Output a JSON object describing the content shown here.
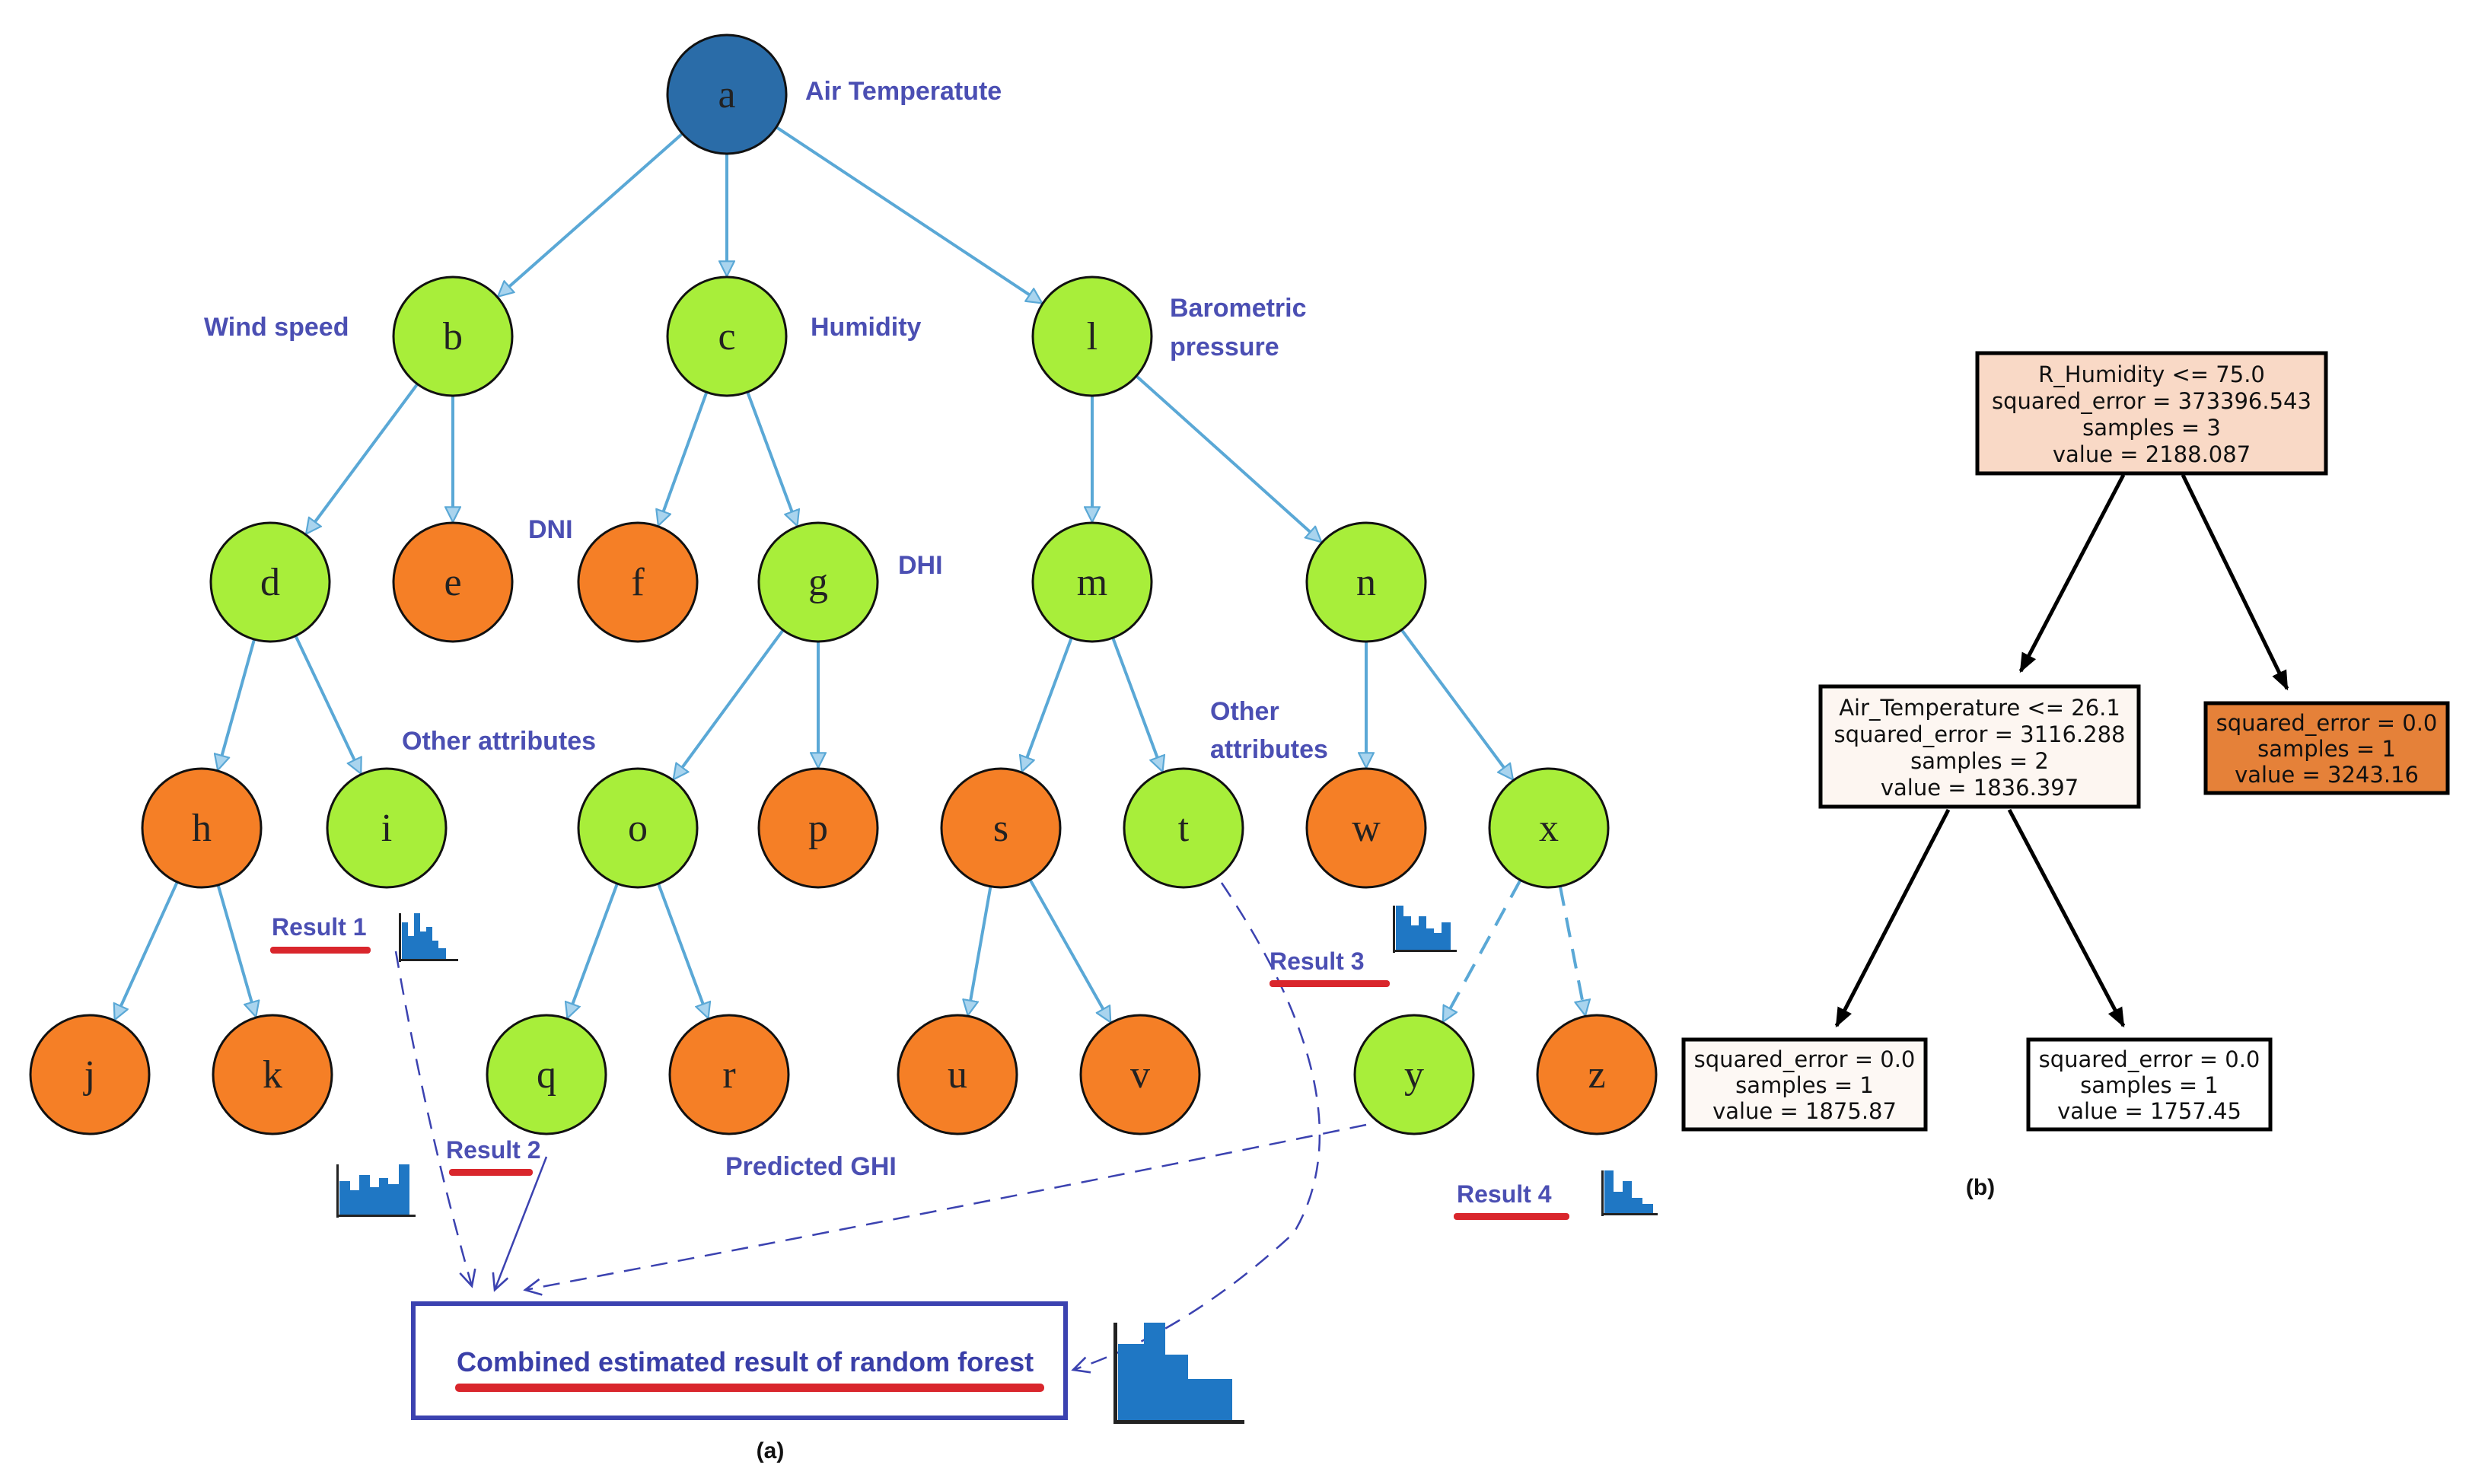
{
  "panel_a": {
    "caption": "(a)",
    "nodes": [
      {
        "id": "a",
        "letter": "a",
        "kind": "root"
      },
      {
        "id": "b",
        "letter": "b",
        "kind": "split"
      },
      {
        "id": "c",
        "letter": "c",
        "kind": "split"
      },
      {
        "id": "l",
        "letter": "l",
        "kind": "split"
      },
      {
        "id": "d",
        "letter": "d",
        "kind": "split"
      },
      {
        "id": "e",
        "letter": "e",
        "kind": "leaf"
      },
      {
        "id": "f",
        "letter": "f",
        "kind": "leaf"
      },
      {
        "id": "g",
        "letter": "g",
        "kind": "split"
      },
      {
        "id": "m",
        "letter": "m",
        "kind": "split"
      },
      {
        "id": "n",
        "letter": "n",
        "kind": "split"
      },
      {
        "id": "h",
        "letter": "h",
        "kind": "leaf"
      },
      {
        "id": "i",
        "letter": "i",
        "kind": "split"
      },
      {
        "id": "o",
        "letter": "o",
        "kind": "split"
      },
      {
        "id": "p",
        "letter": "p",
        "kind": "leaf"
      },
      {
        "id": "s",
        "letter": "s",
        "kind": "leaf"
      },
      {
        "id": "t",
        "letter": "t",
        "kind": "split"
      },
      {
        "id": "w",
        "letter": "w",
        "kind": "leaf"
      },
      {
        "id": "x",
        "letter": "x",
        "kind": "split"
      },
      {
        "id": "j",
        "letter": "j",
        "kind": "leaf"
      },
      {
        "id": "k",
        "letter": "k",
        "kind": "leaf"
      },
      {
        "id": "q",
        "letter": "q",
        "kind": "split"
      },
      {
        "id": "r",
        "letter": "r",
        "kind": "leaf"
      },
      {
        "id": "u",
        "letter": "u",
        "kind": "leaf"
      },
      {
        "id": "v",
        "letter": "v",
        "kind": "leaf"
      },
      {
        "id": "y",
        "letter": "y",
        "kind": "split"
      },
      {
        "id": "z",
        "letter": "z",
        "kind": "leaf"
      }
    ],
    "edges": [
      [
        "a",
        "b"
      ],
      [
        "a",
        "c"
      ],
      [
        "a",
        "l"
      ],
      [
        "b",
        "d"
      ],
      [
        "b",
        "e"
      ],
      [
        "c",
        "f"
      ],
      [
        "c",
        "g"
      ],
      [
        "l",
        "m"
      ],
      [
        "l",
        "n"
      ],
      [
        "d",
        "h"
      ],
      [
        "d",
        "i"
      ],
      [
        "g",
        "o"
      ],
      [
        "g",
        "p"
      ],
      [
        "m",
        "s"
      ],
      [
        "m",
        "t"
      ],
      [
        "n",
        "w"
      ],
      [
        "n",
        "x"
      ],
      [
        "h",
        "j"
      ],
      [
        "h",
        "k"
      ],
      [
        "o",
        "q"
      ],
      [
        "o",
        "r"
      ],
      [
        "s",
        "u"
      ],
      [
        "s",
        "v"
      ]
    ],
    "dashed_edges": [
      [
        "x",
        "y"
      ],
      [
        "x",
        "z"
      ]
    ],
    "labels": {
      "air_temperature": "Air Temperatute",
      "wind_speed": "Wind speed",
      "humidity": "Humidity",
      "barometric_line1": "Barometric",
      "barometric_line2": "pressure",
      "dni": "DNI",
      "dhi": "DHI",
      "other_attributes_left": "Other attributes",
      "other_attributes_right_line1": "Other",
      "other_attributes_right_line2": "attributes",
      "predicted_ghi": "Predicted GHI"
    },
    "results": {
      "result1": "Result 1",
      "result2": "Result 2",
      "result3": "Result 3",
      "result4": "Result 4"
    },
    "combined": "Combined estimated result of random forest",
    "colors": {
      "root": "#2a6ca8",
      "split": "#a8ee3a",
      "leaf": "#f57f26",
      "edge": "#5aa8d6",
      "edge_head": "#a9d4ee",
      "label": "#4b4fb3",
      "underline": "#d9262c",
      "box": "#3b42b0",
      "histogram": "#1f77c4"
    }
  },
  "panel_b": {
    "caption": "(b)",
    "nodes": [
      {
        "id": "root",
        "lines": [
          "R_Humidity <= 75.0",
          "squared_error = 373396.543",
          "samples = 3",
          "value = 2188.087"
        ],
        "fill": "#f9d9c6"
      },
      {
        "id": "left",
        "lines": [
          "Air_Temperature <= 26.1",
          "squared_error = 3116.288",
          "samples = 2",
          "value = 1836.397"
        ],
        "fill": "#fdf6f1"
      },
      {
        "id": "right",
        "lines": [
          "squared_error = 0.0",
          "samples = 1",
          "value = 3243.16"
        ],
        "fill": "#e58139"
      },
      {
        "id": "ll",
        "lines": [
          "squared_error = 0.0",
          "samples = 1",
          "value = 1875.87"
        ],
        "fill": "#fdf8f4"
      },
      {
        "id": "lr",
        "lines": [
          "squared_error = 0.0",
          "samples = 1",
          "value = 1757.45"
        ],
        "fill": "#ffffff"
      }
    ]
  }
}
